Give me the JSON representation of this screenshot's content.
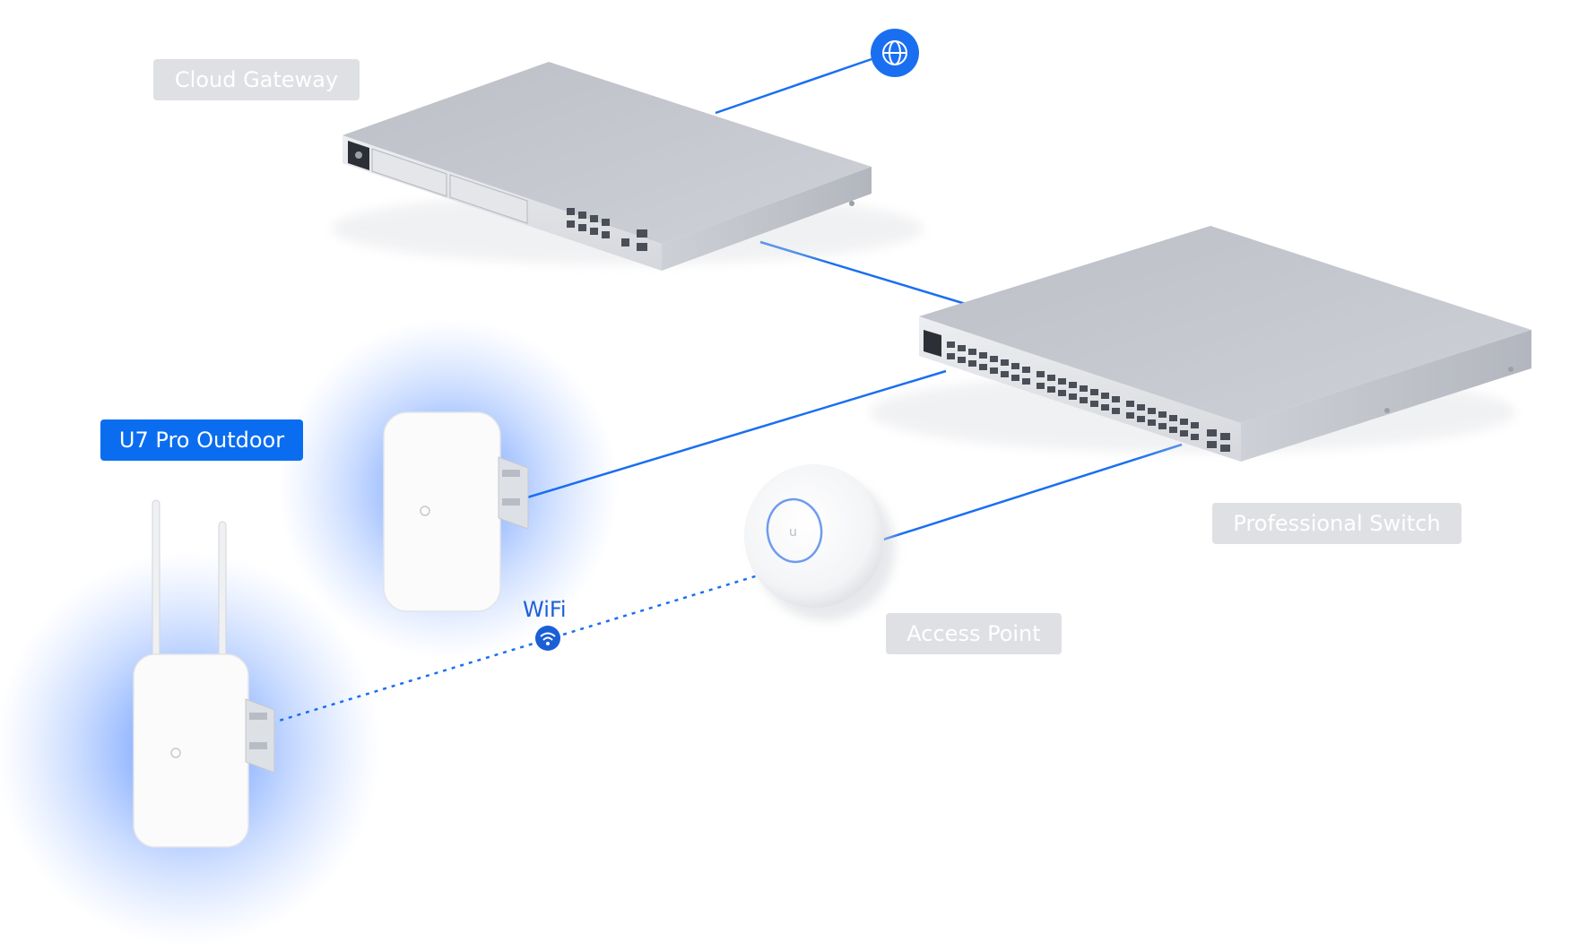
{
  "labels": {
    "cloud_gateway": "Cloud Gateway",
    "professional_switch": "Professional Switch",
    "access_point": "Access Point",
    "u7_pro_outdoor": "U7 Pro Outdoor",
    "wifi": "WiFi"
  },
  "colors": {
    "link": "#1a6ff0",
    "highlight_tag": "#0a6df0",
    "gray_tag": "#dfe0e3",
    "device_gray": "#c4c7cf",
    "glow": "#3d7dff"
  },
  "icons": {
    "internet": "globe-icon",
    "wifi": "wifi-icon"
  }
}
